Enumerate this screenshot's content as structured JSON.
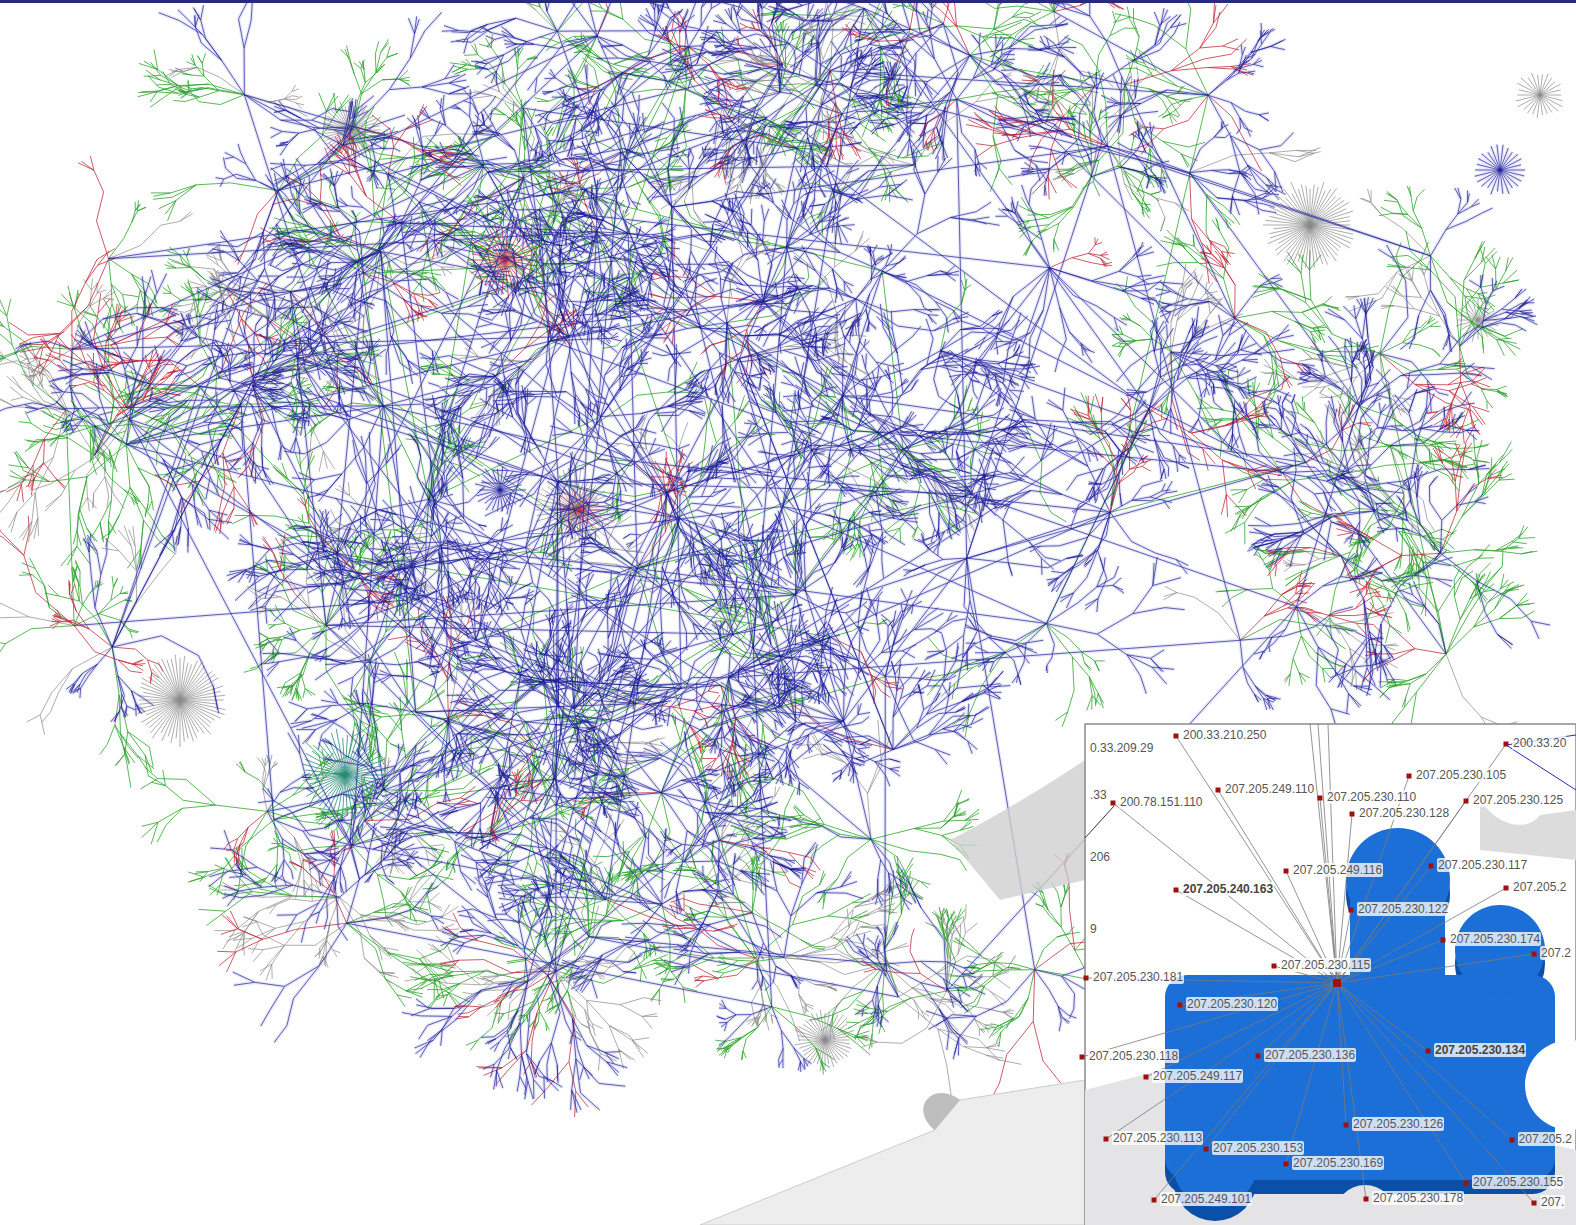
{
  "diagram": {
    "labels": [
      "0.33.209.29",
      "200.33.210.250",
      "200.33.20",
      ".33",
      "200.78.151.110",
      "207.205.249.110",
      "207.205.230.110",
      "207.205.230.105",
      "207.205.230.128",
      "207.205.230.125",
      "206",
      "207.205.249.116",
      "207.205.230.117",
      "207.205.240.163",
      "207.205.2",
      "207.205.230.122",
      "207.205.230.174",
      "207.2",
      "9",
      "207.205.230.181",
      "207.205.230.120",
      "207.205.230.115",
      "207.205.230.118",
      "207.205.249.117",
      "207.205.230.136",
      "207.205.230.134",
      "207.205.230.113",
      "207.205.230.153",
      "207.205.230.169",
      "207.205.230.126",
      "207.205.2",
      "207.205.249.101",
      "207.205.230.178",
      "207.205.230.155",
      "207."
    ]
  }
}
